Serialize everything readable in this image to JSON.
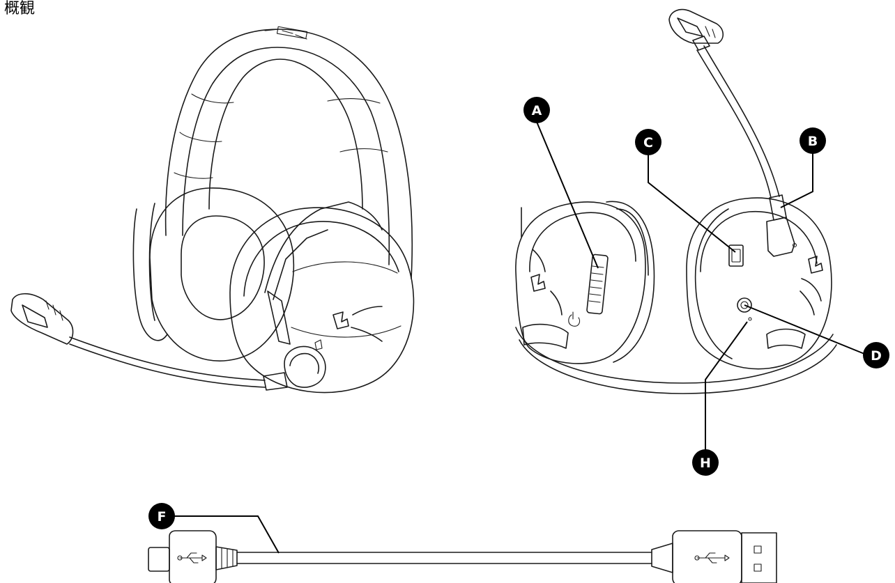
{
  "title": "概観",
  "callouts": [
    {
      "id": "A",
      "label": "A"
    },
    {
      "id": "B",
      "label": "B"
    },
    {
      "id": "C",
      "label": "C"
    },
    {
      "id": "D",
      "label": "D"
    },
    {
      "id": "H",
      "label": "H"
    },
    {
      "id": "F",
      "label": "F"
    }
  ],
  "icons": {
    "usb_symbol": "usb-icon",
    "brand_logo": "hyperx-logo"
  },
  "colors": {
    "line": "#1a1a1a",
    "callout_fill": "#000000",
    "callout_text": "#ffffff",
    "background": "#ffffff"
  }
}
